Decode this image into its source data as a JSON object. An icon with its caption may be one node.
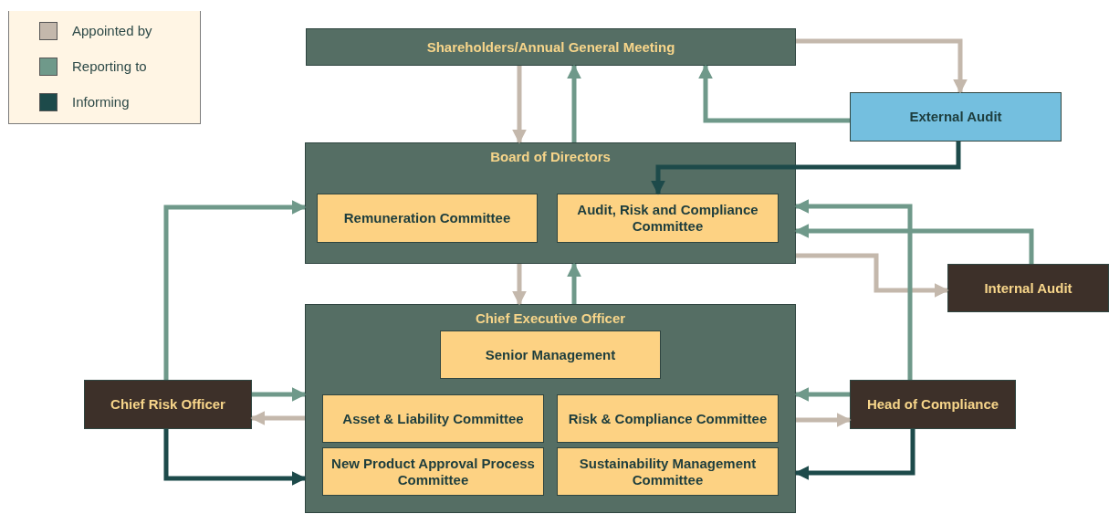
{
  "diagram": {
    "nodes": [
      {
        "text": [
          "Shareholders/Annual General Meeting"
        ]
      },
      {
        "text": [
          "Board of Directors"
        ]
      },
      {
        "text": [
          "Remuneration Committee"
        ],
        "in": 1
      },
      {
        "text": [
          "Audit, Risk and Compliance Committee"
        ],
        "in": 1
      },
      {
        "text": [
          "Chief Executive Officer"
        ]
      },
      {
        "text": [
          "Senior Management"
        ],
        "in": 4
      },
      {
        "text": [
          "Asset & Liability Committee"
        ],
        "in": 4
      },
      {
        "text": [
          "Risk & Compliance Committee"
        ],
        "in": 4
      },
      {
        "text": [
          "New Product Approval Process Committee"
        ],
        "in": 4
      },
      {
        "text": [
          "Sustainability Management Committee"
        ],
        "in": 4
      },
      {
        "text": [
          "External Audit"
        ]
      },
      {
        "text": [
          "Internal Audit"
        ]
      },
      {
        "text": [
          "Chief Risk Officer"
        ]
      },
      {
        "text": [
          "Head of Compliance"
        ]
      }
    ],
    "edges": [
      {
        "from": 0,
        "to": 10,
        "arrow": "to",
        "color": "#c4b8ac"
      },
      {
        "from": 0,
        "to": 1,
        "arrow": "to",
        "color": "#c4b8ac"
      },
      {
        "from": 1,
        "to": 0,
        "arrow": "to"
      },
      {
        "from": 10,
        "to": 0,
        "arrow": "to"
      },
      {
        "from": 10,
        "to": 3,
        "arrow": "to",
        "color": "#1d4a4a"
      },
      {
        "from": 1,
        "to": 4,
        "arrow": "to",
        "color": "#c4b8ac"
      },
      {
        "from": 4,
        "to": 1,
        "arrow": "to"
      },
      {
        "from": 1,
        "to": 11,
        "arrow": "to",
        "color": "#c4b8ac"
      },
      {
        "from": 11,
        "to": 1,
        "arrow": "to"
      },
      {
        "from": 13,
        "to": 1,
        "arrow": "to"
      },
      {
        "from": 12,
        "to": 1,
        "arrow": "to"
      },
      {
        "from": 12,
        "to": 4,
        "arrow": "to"
      },
      {
        "from": 4,
        "to": 12,
        "arrow": "to",
        "color": "#c4b8ac"
      },
      {
        "from": 12,
        "to": 4,
        "arrow": "to",
        "color": "#1d4a4a"
      },
      {
        "from": 13,
        "to": 4,
        "arrow": "to"
      },
      {
        "from": 4,
        "to": 13,
        "arrow": "to",
        "color": "#c4b8ac"
      },
      {
        "from": 13,
        "to": 4,
        "arrow": "to",
        "color": "#1d4a4a"
      }
    ],
    "legend": [
      {
        "text": "Appointed by",
        "color": "#c4b8ac"
      },
      {
        "text": "Reporting to",
        "color": "#6f998a"
      },
      {
        "text": "Informing",
        "color": "#1d4a4a"
      }
    ]
  }
}
